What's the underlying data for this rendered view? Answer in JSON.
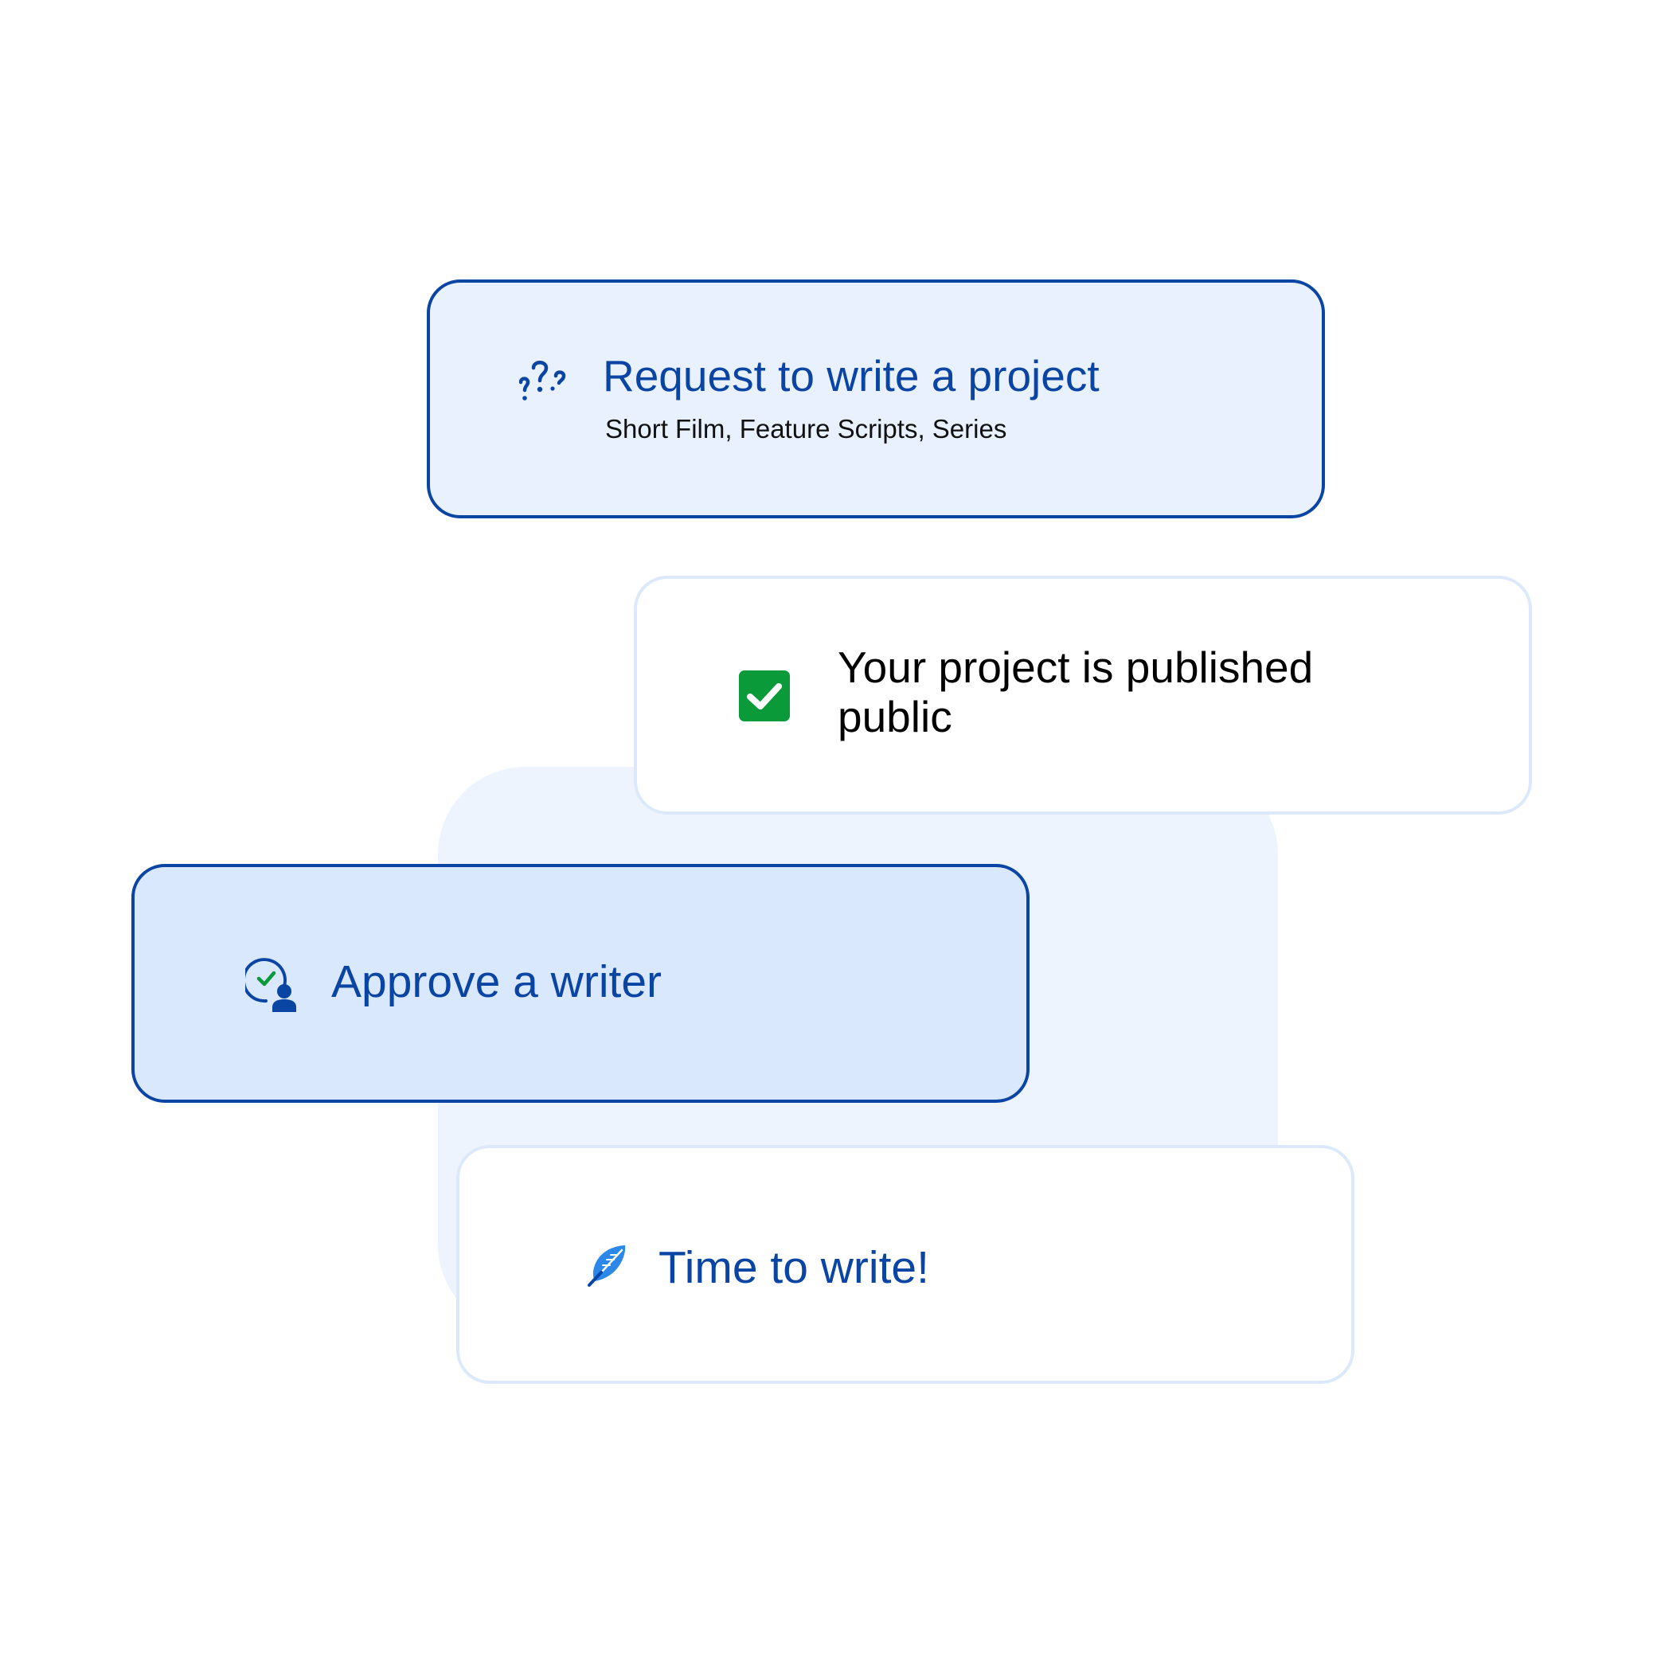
{
  "steps": {
    "request": {
      "title": "Request to write a project",
      "subtitle": "Short Film, Feature Scripts, Series",
      "icon": "question-marks-icon"
    },
    "published": {
      "title": "Your project is published public",
      "icon": "checkbox-checked-icon"
    },
    "approve": {
      "title": "Approve a writer",
      "icon": "user-check-icon"
    },
    "write": {
      "title": "Time to write!",
      "icon": "feather-quill-icon"
    }
  },
  "colors": {
    "primary": "#0a45a3",
    "success": "#0a9a3a",
    "feather": "#2b87e8",
    "card_light": "#e8f1fd",
    "card_mid": "#dae8fd",
    "backdrop": "#eef4fd",
    "border_light": "#dce9fb"
  }
}
